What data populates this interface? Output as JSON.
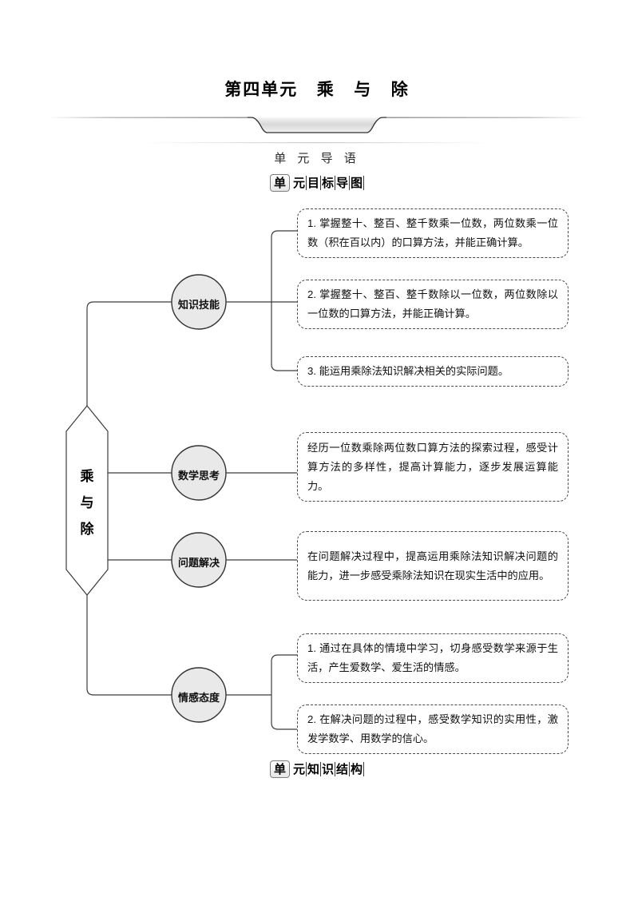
{
  "header": {
    "title": "第四单元   乘   与   除",
    "subtitle": "单 元 导 语",
    "tag_top": {
      "lead": "单",
      "rest": [
        "元",
        "目",
        "标",
        "导",
        "图"
      ]
    },
    "tag_bottom": {
      "lead": "单",
      "rest": [
        "元",
        "知",
        "识",
        "结",
        "构"
      ]
    }
  },
  "diagram": {
    "root": {
      "lines": [
        "乘",
        "与",
        "除"
      ]
    },
    "branches": [
      {
        "label": "知识技能",
        "items": [
          "1. 掌握整十、整百、整千数乘一位数，两位数乘一位数（积在百以内）的口算方法，并能正确计算。",
          "2. 掌握整十、整百、整千数除以一位数，两位数除以一位数的口算方法，并能正确计算。",
          "3. 能运用乘除法知识解决相关的实际问题。"
        ]
      },
      {
        "label": "数学思考",
        "items": [
          "经历一位数乘除两位数口算方法的探索过程，感受计算方法的多样性，提高计算能力，逐步发展运算能力。"
        ]
      },
      {
        "label": "问题解决",
        "items": [
          "在问题解决过程中，提高运用乘除法知识解决问题的能力，进一步感受乘除法知识在现实生活中的应用。"
        ]
      },
      {
        "label": "情感态度",
        "items": [
          "1. 通过在具体的情境中学习，切身感受数学来源于生活，产生爱数学、爱生活的情感。",
          "2. 在解决问题的过程中，感受数学知识的实用性，激发学数学、用数学的信心。"
        ]
      }
    ]
  },
  "colors": {
    "line": "#3c3c3c",
    "node_fill": "#e9e9e9",
    "node_stroke": "#333333",
    "box_border": "#4a4a4a",
    "page_bg": "#ffffff"
  }
}
